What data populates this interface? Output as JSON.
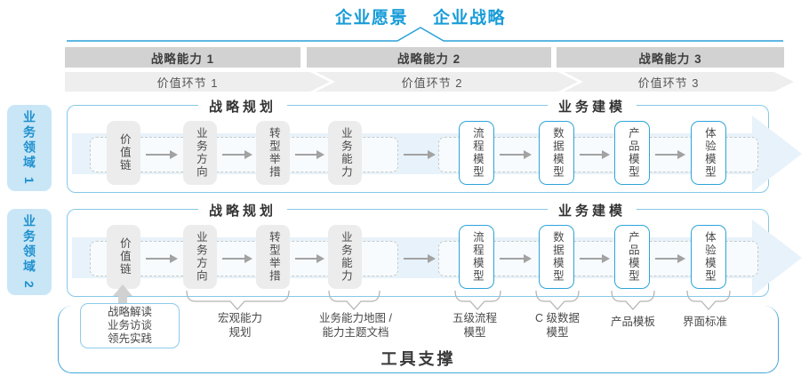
{
  "header": {
    "vision": "企业愿景",
    "strategy": "企业战略"
  },
  "capabilities": [
    {
      "label": "战略能力 1"
    },
    {
      "label": "战略能力 2"
    },
    {
      "label": "战略能力 3"
    }
  ],
  "value_links": [
    {
      "label": "价值环节 1"
    },
    {
      "label": "价值环节 2"
    },
    {
      "label": "价值环节 3"
    }
  ],
  "domains": [
    {
      "label": "业务领域 1"
    },
    {
      "label": "业务领域 2"
    }
  ],
  "band": {
    "planning_title": "战略规划",
    "modeling_title": "业务建模",
    "boxes": [
      {
        "label": "价值链",
        "style": "gray"
      },
      {
        "label": "业务方向",
        "style": "gray"
      },
      {
        "label": "转型举措",
        "style": "gray"
      },
      {
        "label": "业务能力",
        "style": "gray"
      },
      {
        "label": "流程模型",
        "style": "blue"
      },
      {
        "label": "数据模型",
        "style": "blue"
      },
      {
        "label": "产品模型",
        "style": "blue"
      },
      {
        "label": "体验模型",
        "style": "blue"
      }
    ]
  },
  "annotations": {
    "sources": {
      "line1": "战略解读",
      "line2": "业务访谈",
      "line3": "领先实践"
    },
    "macro": {
      "line1": "宏观能力",
      "line2": "规划"
    },
    "cap_map": {
      "line1": "业务能力地图 /",
      "line2": "能力主题文档"
    },
    "process": {
      "line1": "五级流程",
      "line2": "模型"
    },
    "data": {
      "line1": "C 级数据",
      "line2": "模型"
    },
    "product": {
      "line1": "产品模板"
    },
    "ui": {
      "line1": "界面标准"
    }
  },
  "footer": {
    "tool_support": "工具支撑"
  },
  "colors": {
    "accent_blue": "#189cd8",
    "sidebar_fill": "#c8e6f6",
    "sidebar_text": "#1e90cf",
    "bar_gray": "#d2d2d2",
    "chevron_gray": "#eeeeee",
    "band_border": "#85c9e9",
    "band_arrow_fill": "#e7f2fa",
    "gray_box_fill": "#ececec",
    "blue_box_border": "#2da4da",
    "tool_border": "#43a7d9",
    "text_dark": "#3f3f3f"
  }
}
